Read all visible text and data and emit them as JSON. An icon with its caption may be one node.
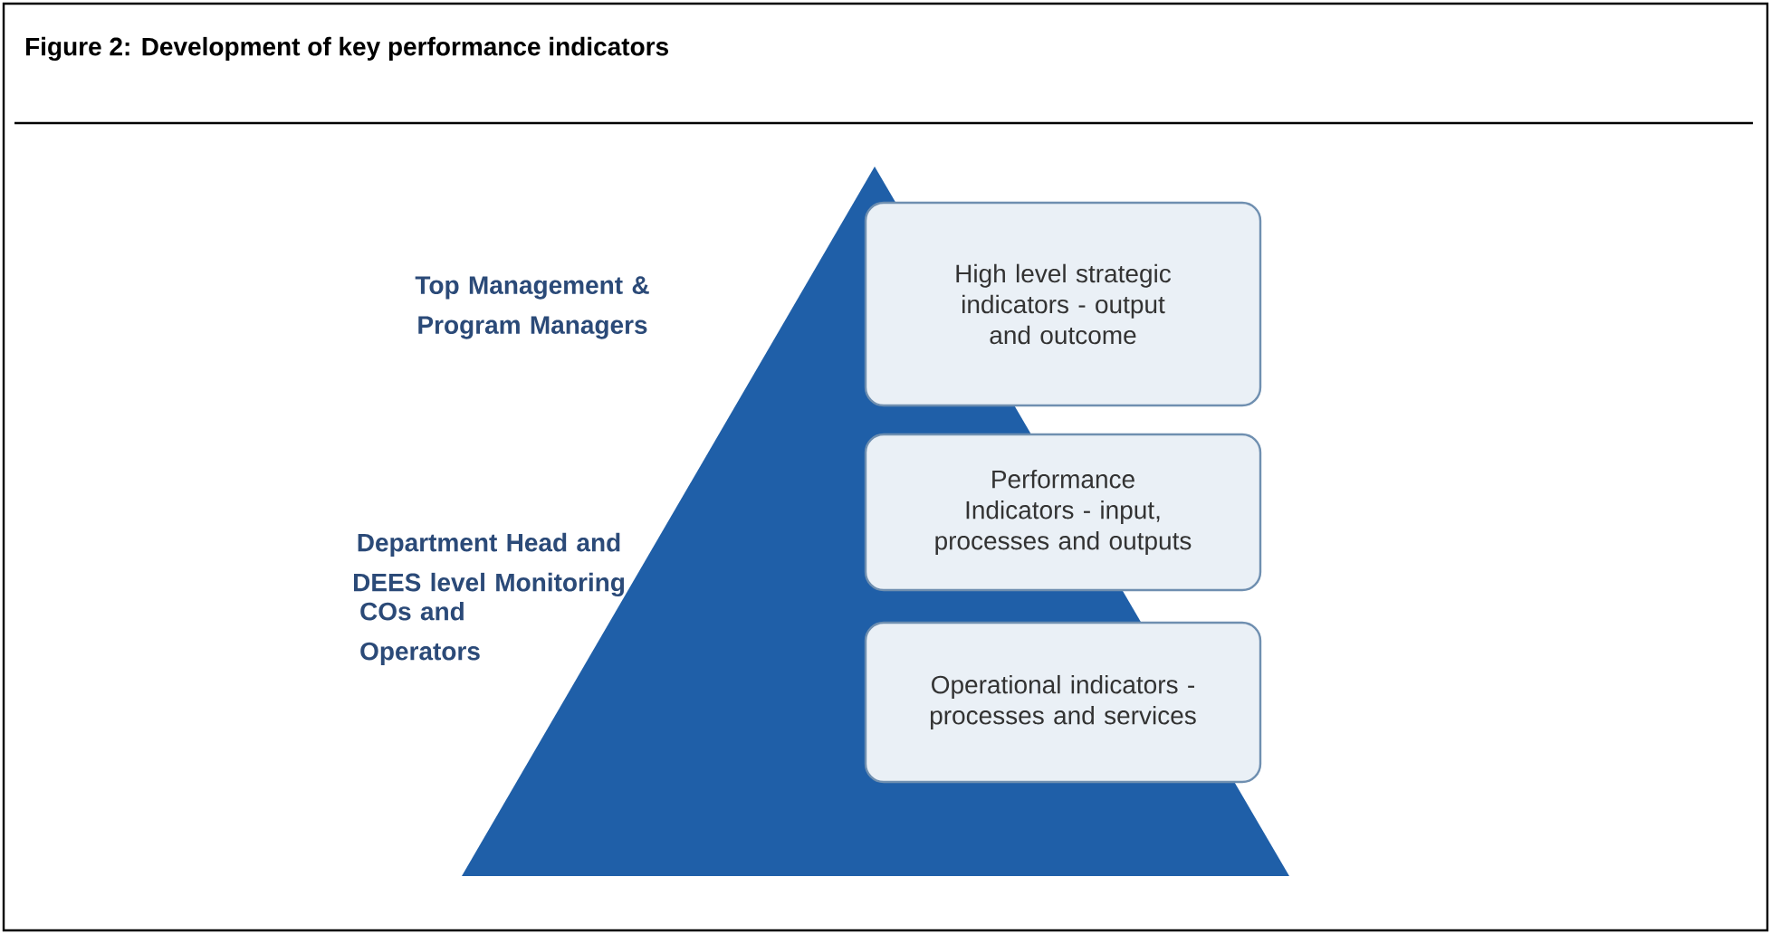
{
  "diagram": {
    "title": "Figure 2: Development of key performance indicators",
    "nodes": [
      {
        "text": [
          "High level strategic indicators - output and outcome"
        ]
      },
      {
        "text": [
          "Performance Indicators - input, processes and outputs"
        ]
      },
      {
        "text": [
          "Operational indicators - processes and services"
        ]
      }
    ],
    "edges": [],
    "labels": [
      "Top Management & Program Managers",
      "Department Head and DEES level Monitoring",
      "COs and Operators"
    ]
  }
}
